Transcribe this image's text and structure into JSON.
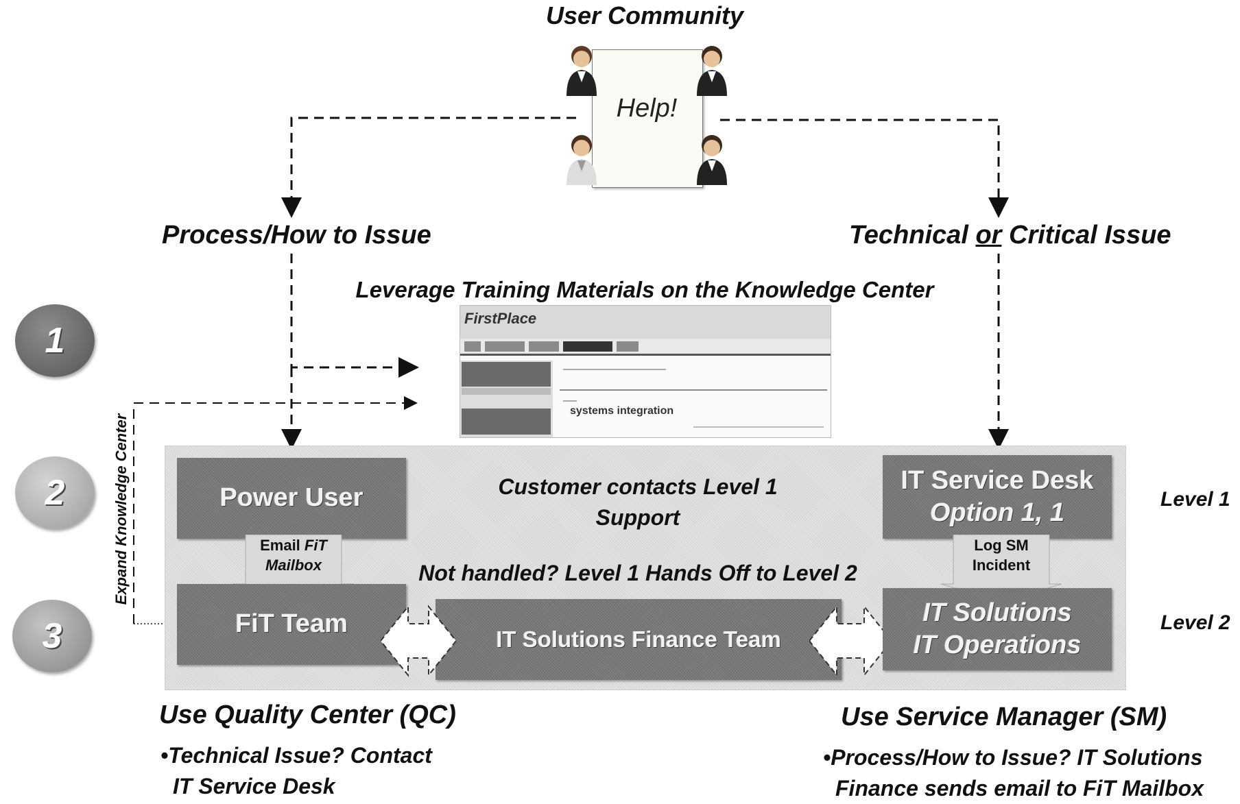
{
  "header": {
    "title": "User Community",
    "help_text": "Help!"
  },
  "branches": {
    "left": "Process/How to Issue",
    "right_pre": "Technical ",
    "right_mid": "or",
    "right_post": " Critical Issue"
  },
  "knowledge": {
    "heading": "Leverage Training Materials on the Knowledge Center",
    "screenshot_logo": "FirstPlace",
    "screenshot_brand": "systems integration",
    "expand_label": "Expand Knowledge Center"
  },
  "steps": [
    "1",
    "2",
    "3"
  ],
  "boxes": {
    "power_user": "Power User",
    "fit_team": "FiT Team",
    "finance_team": "IT Solutions Finance Team",
    "service_desk_line1": "IT Service Desk",
    "service_desk_line2": "Option 1, 1",
    "it_solutions_line1": "IT Solutions",
    "it_solutions_line2": "IT Operations"
  },
  "notes": {
    "email_pre": "Email ",
    "email_fit": "FiT",
    "email_mailbox": "Mailbox",
    "log_line1": "Log SM",
    "log_line2": "Incident",
    "level1_contact_line1": "Customer contacts Level 1",
    "level1_contact_line2": "Support",
    "handoff": "Not handled? Level 1 Hands Off to Level 2"
  },
  "levels": {
    "level1": "Level 1",
    "level2": "Level 2"
  },
  "footer": {
    "left_title": "Use Quality Center (QC)",
    "left_bullet_line1": "•Technical Issue? Contact",
    "left_bullet_line2": "IT Service Desk",
    "right_title": "Use Service Manager (SM)",
    "right_bullet_line1": "•Process/How to Issue? IT Solutions",
    "right_bullet_line2": "Finance sends email to FiT Mailbox"
  },
  "colors": {
    "box": "#7a7a7a",
    "panel": "#e4e4e4",
    "circle1": "#6c6c6c",
    "circle2": "#b3b3b3",
    "circle3": "#9e9e9e"
  }
}
